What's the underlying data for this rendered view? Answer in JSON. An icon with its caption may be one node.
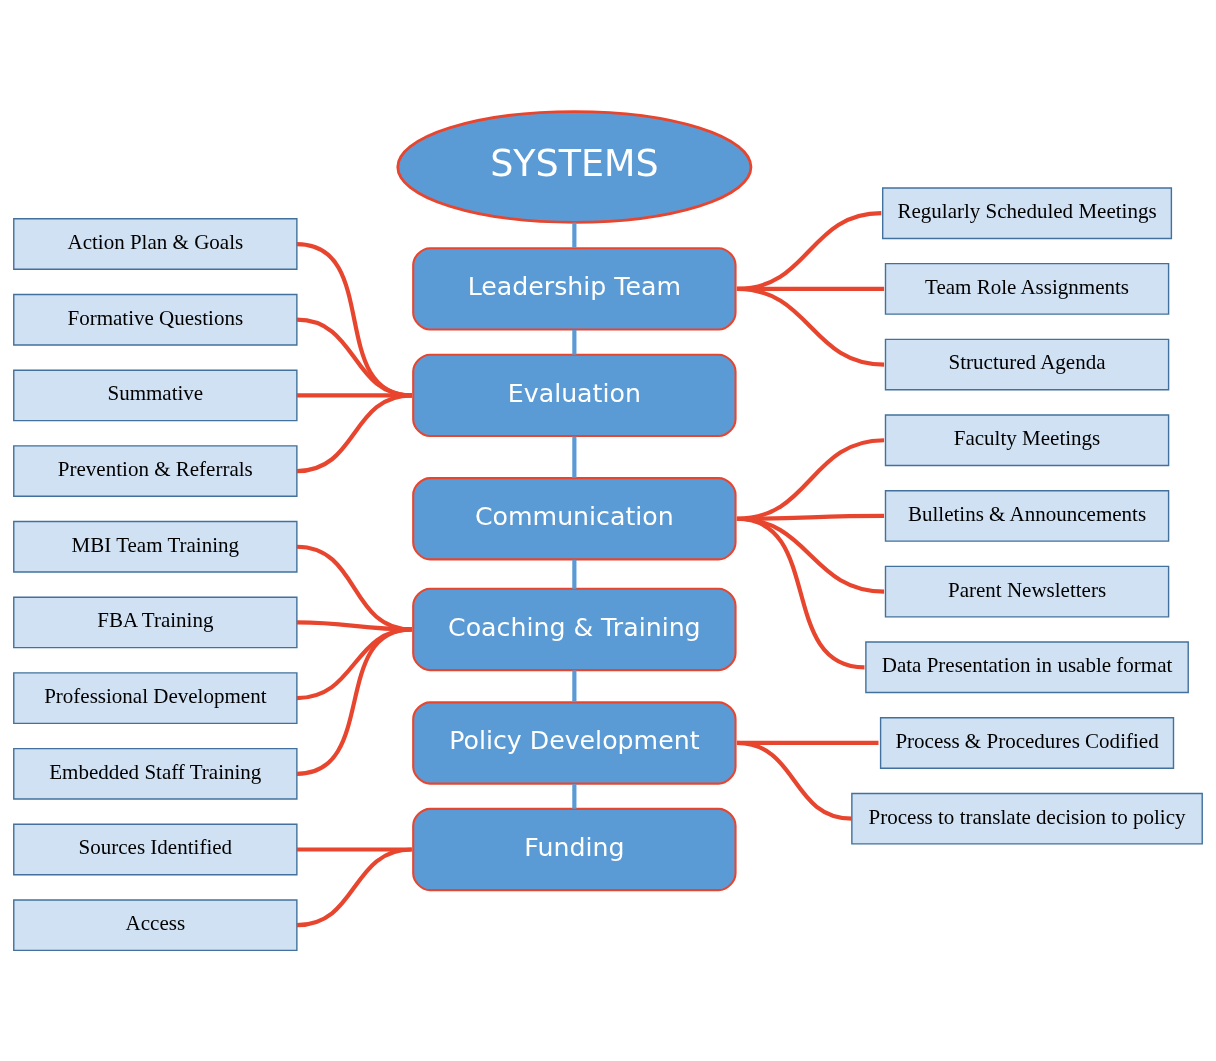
{
  "diagram": {
    "nodes": [
      {
        "text": [
          "SYSTEMS"
        ]
      },
      {
        "text": [
          "Leadership Team"
        ]
      },
      {
        "text": [
          "Evaluation"
        ]
      },
      {
        "text": [
          "Communication"
        ]
      },
      {
        "text": [
          "Coaching & Training"
        ]
      },
      {
        "text": [
          "Policy Development"
        ]
      },
      {
        "text": [
          "Funding"
        ]
      },
      {
        "text": [
          "Regularly Scheduled Meetings"
        ]
      },
      {
        "text": [
          "Team Role Assignments"
        ]
      },
      {
        "text": [
          "Structured Agenda"
        ]
      },
      {
        "text": [
          "Action Plan & Goals"
        ]
      },
      {
        "text": [
          "Formative Questions"
        ]
      },
      {
        "text": [
          "Summative"
        ]
      },
      {
        "text": [
          "Prevention & Referrals"
        ]
      },
      {
        "text": [
          "Faculty Meetings"
        ]
      },
      {
        "text": [
          "Bulletins & Announcements"
        ]
      },
      {
        "text": [
          "Parent Newsletters"
        ]
      },
      {
        "text": [
          "Data Presentation in usable format"
        ]
      },
      {
        "text": [
          "MBI Team Training"
        ]
      },
      {
        "text": [
          "FBA Training"
        ]
      },
      {
        "text": [
          "Professional Development"
        ]
      },
      {
        "text": [
          "Embedded Staff Training"
        ]
      },
      {
        "text": [
          "Process & Procedures Codified"
        ]
      },
      {
        "text": [
          "Process to translate decision to policy"
        ]
      },
      {
        "text": [
          "Sources Identified"
        ]
      },
      {
        "text": [
          "Access"
        ]
      }
    ],
    "edges": [
      {
        "from": 0,
        "to": 1,
        "arrow": "none",
        "color": "#5b9bd5"
      },
      {
        "from": 1,
        "to": 2,
        "arrow": "none",
        "color": "#5b9bd5"
      },
      {
        "from": 2,
        "to": 3,
        "arrow": "none",
        "color": "#5b9bd5"
      },
      {
        "from": 3,
        "to": 4,
        "arrow": "none",
        "color": "#5b9bd5"
      },
      {
        "from": 4,
        "to": 5,
        "arrow": "none",
        "color": "#5b9bd5"
      },
      {
        "from": 5,
        "to": 6,
        "arrow": "none",
        "color": "#5b9bd5"
      },
      {
        "from": 1,
        "to": 7,
        "arrow": "none"
      },
      {
        "from": 1,
        "to": 8,
        "arrow": "none"
      },
      {
        "from": 1,
        "to": 9,
        "arrow": "none"
      },
      {
        "from": 10,
        "to": 2,
        "arrow": "none"
      },
      {
        "from": 11,
        "to": 2,
        "arrow": "none"
      },
      {
        "from": 12,
        "to": 2,
        "arrow": "none"
      },
      {
        "from": 13,
        "to": 2,
        "arrow": "none"
      },
      {
        "from": 3,
        "to": 14,
        "arrow": "none"
      },
      {
        "from": 3,
        "to": 15,
        "arrow": "none"
      },
      {
        "from": 3,
        "to": 16,
        "arrow": "none"
      },
      {
        "from": 3,
        "to": 17,
        "arrow": "none"
      },
      {
        "from": 18,
        "to": 4,
        "arrow": "none"
      },
      {
        "from": 19,
        "to": 4,
        "arrow": "none"
      },
      {
        "from": 20,
        "to": 4,
        "arrow": "none"
      },
      {
        "from": 21,
        "to": 4,
        "arrow": "none"
      },
      {
        "from": 5,
        "to": 22,
        "arrow": "none"
      },
      {
        "from": 5,
        "to": 23,
        "arrow": "none"
      },
      {
        "from": 24,
        "to": 6,
        "arrow": "none"
      },
      {
        "from": 25,
        "to": 6,
        "arrow": "none"
      }
    ]
  }
}
